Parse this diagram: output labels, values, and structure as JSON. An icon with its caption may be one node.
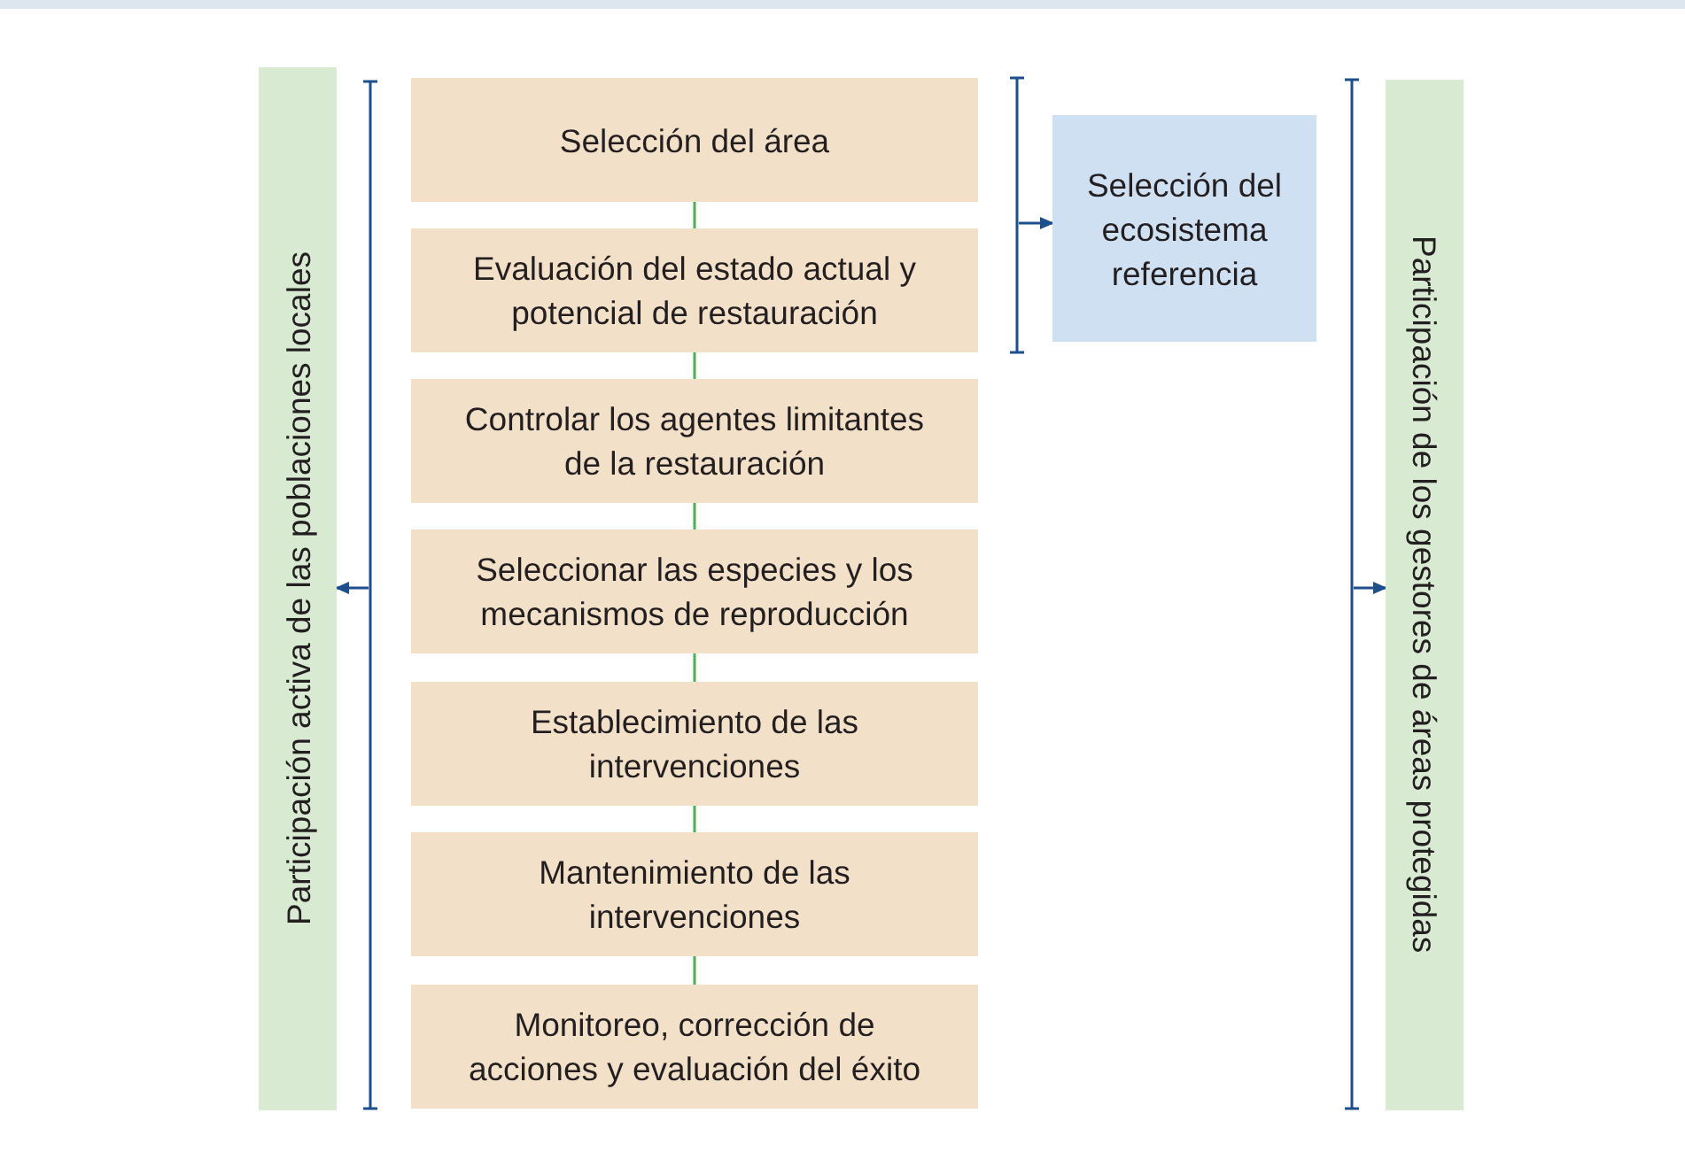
{
  "diagram": {
    "nodes": [
      {
        "text": [
          "Participación activa de las poblaciones locales"
        ]
      },
      {
        "text": [
          "Selección del área"
        ]
      },
      {
        "text": [
          "Evaluación del estado actual y potencial de restauración"
        ]
      },
      {
        "text": [
          "Controlar los agentes limitantes de la restauración"
        ]
      },
      {
        "text": [
          "Seleccionar las especies y los mecanismos de reproducción"
        ]
      },
      {
        "text": [
          "Establecimiento de las intervenciones"
        ]
      },
      {
        "text": [
          "Mantenimiento de las intervenciones"
        ]
      },
      {
        "text": [
          "Monitoreo, corrección de acciones y evaluación del éxito"
        ]
      },
      {
        "text": [
          "Selección del ecosistema referencia"
        ]
      },
      {
        "text": [
          "Participación de los gestores de áreas protegidas"
        ]
      }
    ],
    "edges": [
      {
        "from": 1,
        "to": 2,
        "arrow": "none"
      },
      {
        "from": 2,
        "to": 3,
        "arrow": "none"
      },
      {
        "from": 3,
        "to": 4,
        "arrow": "none"
      },
      {
        "from": 4,
        "to": 5,
        "arrow": "none"
      },
      {
        "from": 5,
        "to": 6,
        "arrow": "none"
      },
      {
        "from": 6,
        "to": 7,
        "arrow": "none"
      },
      {
        "from": null,
        "to": 0,
        "arrow": "to",
        "color": "#1d4f8c"
      },
      {
        "from": null,
        "to": 8,
        "arrow": "to",
        "color": "#1d4f8c"
      },
      {
        "from": null,
        "to": 9,
        "arrow": "to",
        "color": "#1d4f8c"
      }
    ]
  }
}
